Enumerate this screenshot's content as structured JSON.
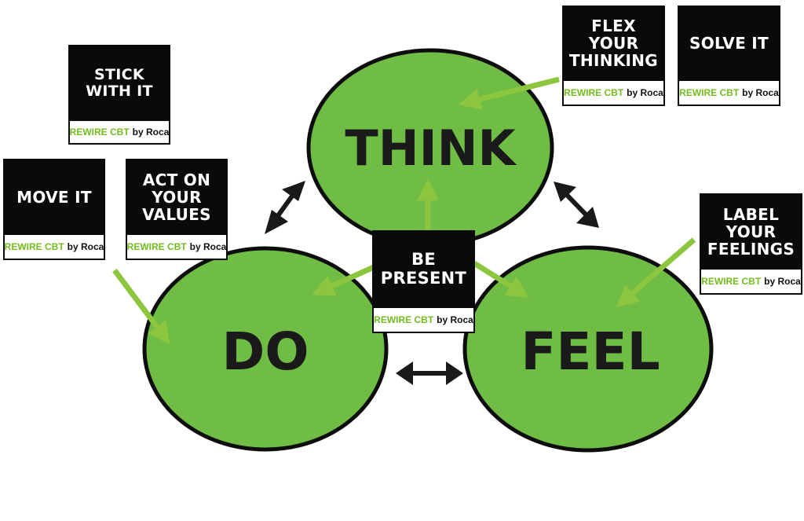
{
  "colors": {
    "circle_fill": "#6fbd45",
    "circle_stroke": "#0d0d0d",
    "arrow_green": "#8cc63f",
    "arrow_dark": "#1a1a1a",
    "card_bg": "#0a0a0a",
    "brand_green": "#74bc1f"
  },
  "circles": {
    "think": "THINK",
    "do": "DO",
    "feel": "FEEL"
  },
  "brand": {
    "name": "REWIRE CBT",
    "suffix": "by Roca"
  },
  "cards": {
    "stick": "STICK\nWITH IT",
    "flex": "FLEX\nYOUR\nTHINKING",
    "solve": "SOLVE IT",
    "move": "MOVE IT",
    "act": "ACT ON\nYOUR\nVALUES",
    "label": "LABEL\nYOUR\nFEELINGS",
    "present": "BE\nPRESENT"
  }
}
